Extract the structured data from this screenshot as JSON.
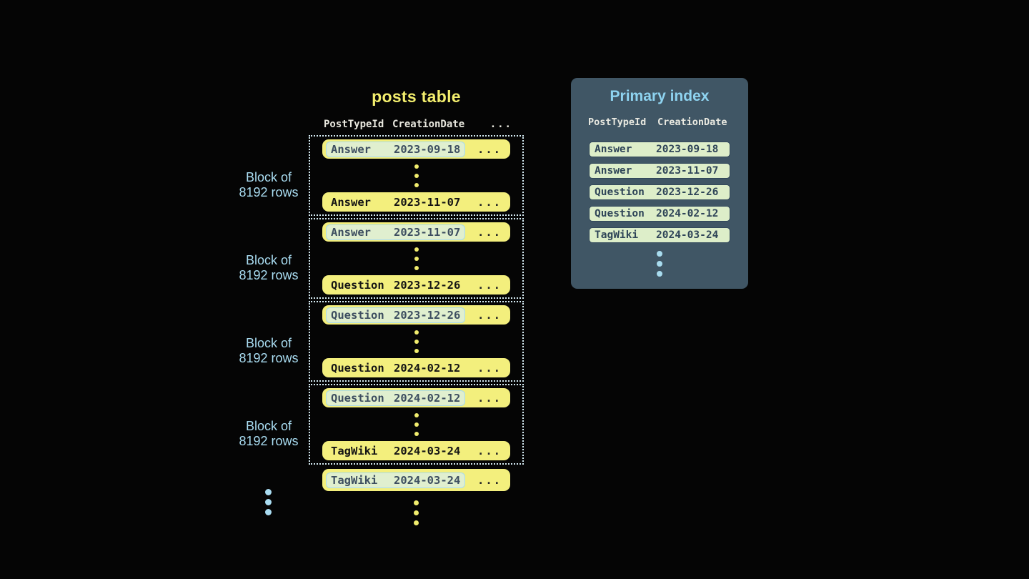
{
  "posts_table": {
    "title": "posts table",
    "columns": [
      "PostTypeId",
      "CreationDate",
      "..."
    ],
    "block_label_line1": "Block of",
    "block_label_line2": "8192 rows",
    "blocks": [
      {
        "first_row": {
          "type": "Answer",
          "date": "2023-09-18",
          "more": "..."
        },
        "last_row": {
          "type": "Answer",
          "date": "2023-11-07",
          "more": "..."
        }
      },
      {
        "first_row": {
          "type": "Answer",
          "date": "2023-11-07",
          "more": "..."
        },
        "last_row": {
          "type": "Question",
          "date": "2023-12-26",
          "more": "..."
        }
      },
      {
        "first_row": {
          "type": "Question",
          "date": "2023-12-26",
          "more": "..."
        },
        "last_row": {
          "type": "Question",
          "date": "2024-02-12",
          "more": "..."
        }
      },
      {
        "first_row": {
          "type": "Question",
          "date": "2024-02-12",
          "more": "..."
        },
        "last_row": {
          "type": "TagWiki",
          "date": "2024-03-24",
          "more": "..."
        }
      }
    ],
    "overflow_row": {
      "type": "TagWiki",
      "date": "2024-03-24",
      "more": "..."
    }
  },
  "primary_index": {
    "title": "Primary index",
    "columns": [
      "PostTypeId",
      "CreationDate"
    ],
    "rows": [
      {
        "type": "Answer",
        "date": "2023-09-18"
      },
      {
        "type": "Answer",
        "date": "2023-11-07"
      },
      {
        "type": "Question",
        "date": "2023-12-26"
      },
      {
        "type": "Question",
        "date": "2024-02-12"
      },
      {
        "type": "TagWiki",
        "date": "2024-03-24"
      }
    ]
  },
  "colors": {
    "background": "#050505",
    "row_yellow": "#f3ef7d",
    "highlight_green": "#e0efcf",
    "highlight_border_blue": "#a9dbeb",
    "accent_light_blue": "#a9dcf1",
    "panel_background": "#405665",
    "panel_title_blue": "#8ed3f0",
    "index_row_green": "#ddeec9",
    "index_row_border": "#31475a",
    "title_yellow": "#f3ee6d",
    "header_text": "#e9e8df"
  }
}
